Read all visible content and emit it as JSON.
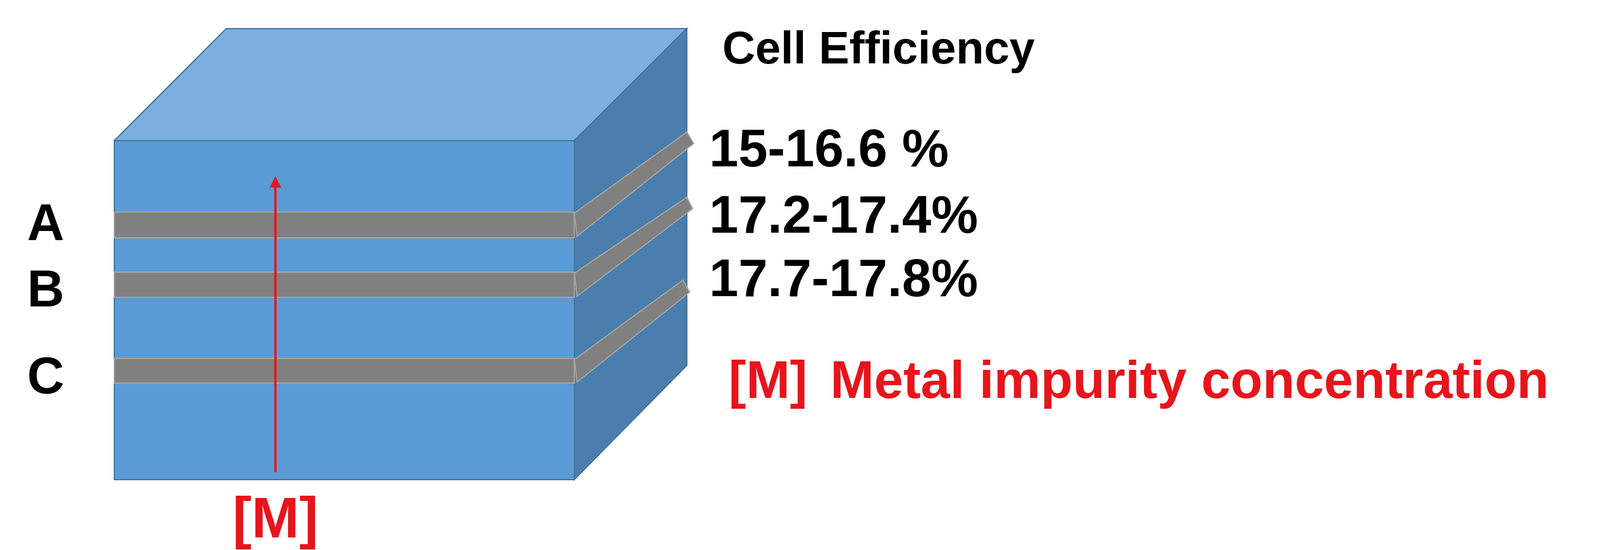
{
  "diagram": {
    "labels": [
      "Cell Efficiency",
      "15-16.6 %",
      "17.2-17.4%",
      "17.7-17.8%",
      "A",
      "B",
      "C",
      "[M]",
      "[M]",
      "Metal impurity concentration"
    ]
  }
}
